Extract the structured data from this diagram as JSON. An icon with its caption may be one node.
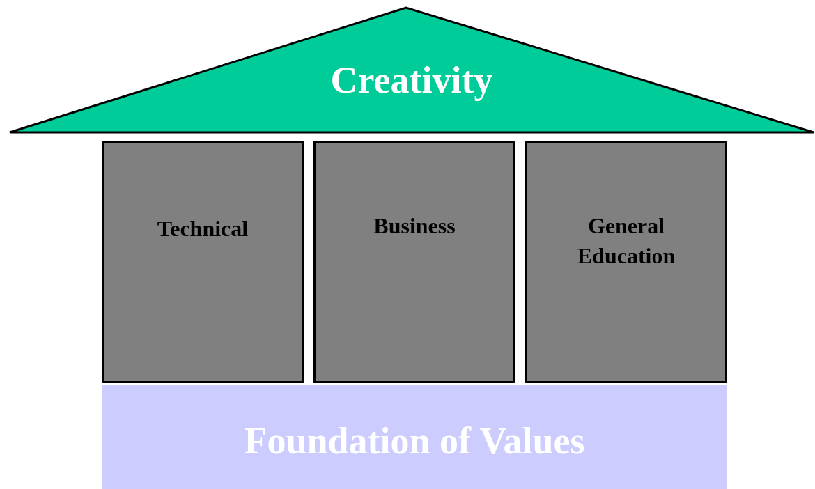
{
  "diagram": {
    "nodes": [
      {
        "text": [
          "Creativity"
        ]
      },
      {
        "text": [
          "Technical"
        ]
      },
      {
        "text": [
          "Business"
        ]
      },
      {
        "text": [
          "General Education"
        ]
      },
      {
        "text": [
          "Foundation of Values"
        ]
      }
    ]
  }
}
